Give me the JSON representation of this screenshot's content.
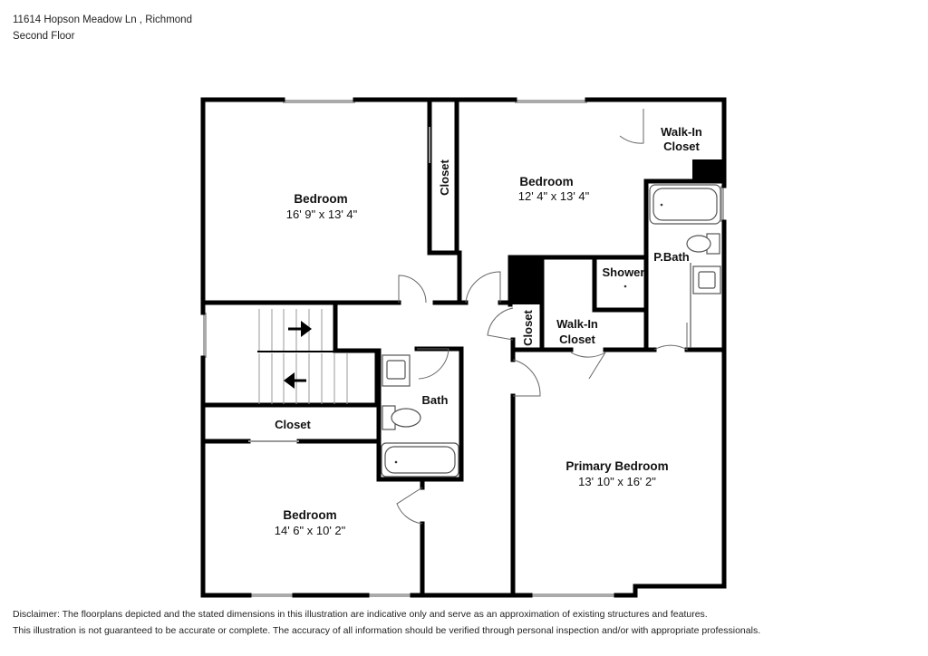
{
  "header": {
    "address": "11614 Hopson Meadow Ln , Richmond",
    "floor": "Second Floor"
  },
  "rooms": {
    "bedroom_nw": {
      "name": "Bedroom",
      "dims": "16' 9\" x 13' 4\""
    },
    "bedroom_ne": {
      "name": "Bedroom",
      "dims": "12' 4\" x 13' 4\""
    },
    "bedroom_sw": {
      "name": "Bedroom",
      "dims": "14' 6\" x 10' 2\""
    },
    "primary_bedroom": {
      "name": "Primary Bedroom",
      "dims": "13' 10\" x 16' 2\""
    },
    "closet_nw": {
      "name": "Closet"
    },
    "closet_hall": {
      "name": "Closet"
    },
    "closet_mid": {
      "name": "Closet"
    },
    "walkin_top": {
      "line1": "Walk-In",
      "line2": "Closet"
    },
    "walkin_mid": {
      "line1": "Walk-In",
      "line2": "Closet"
    },
    "p_bath": {
      "name": "P.Bath"
    },
    "shower": {
      "name": "Shower"
    },
    "bath": {
      "name": "Bath"
    }
  },
  "disclaimer": {
    "line1": "Disclaimer: The floorplans depicted and the stated dimensions in this illustration are indicative only and serve as an approximation of existing structures and features.",
    "line2": "This illustration is not guaranteed to be accurate or complete. The accuracy of all information should be verified through personal inspection and/or with appropriate professionals."
  },
  "colors": {
    "wall": "#000000",
    "fixture": "#555555",
    "window": "#aaaaaa"
  }
}
